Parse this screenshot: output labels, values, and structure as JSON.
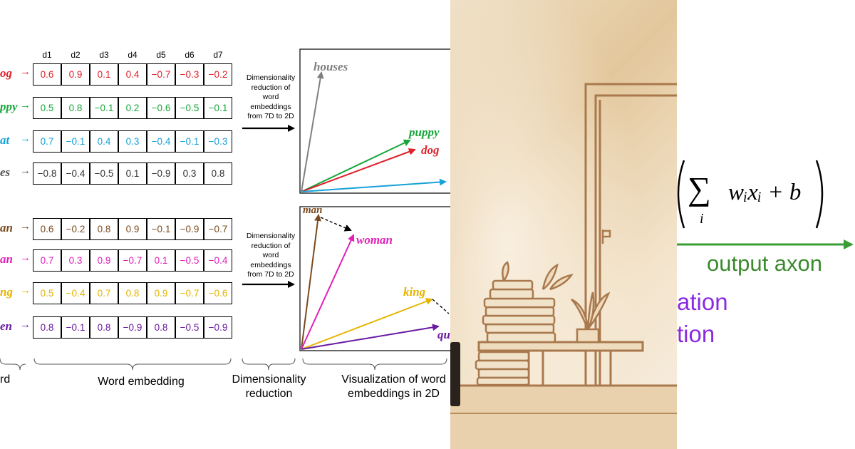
{
  "panel1": {
    "dims": [
      "d1",
      "d2",
      "d3",
      "d4",
      "d5",
      "d6",
      "d7"
    ],
    "group1": {
      "rows": [
        {
          "label": "og",
          "color": "#e0202a",
          "values": [
            "0.6",
            "0.9",
            "0.1",
            "0.4",
            "−0.7",
            "−0.3",
            "−0.2"
          ]
        },
        {
          "label": "ppy",
          "color": "#18a63c",
          "values": [
            "0.5",
            "0.8",
            "−0.1",
            "0.2",
            "−0.6",
            "−0.5",
            "−0.1"
          ]
        },
        {
          "label": "at",
          "color": "#16a2d8",
          "values": [
            "0.7",
            "−0.1",
            "0.4",
            "0.3",
            "−0.4",
            "−0.1",
            "−0.3"
          ]
        },
        {
          "label": "es",
          "color": "#505050",
          "values": [
            "−0.8",
            "−0.4",
            "−0.5",
            "0.1",
            "−0.9",
            "0.3",
            "0.8"
          ]
        }
      ],
      "note": [
        "Dimensionality",
        "reduction of",
        "word",
        "embeddings",
        "from 7D to 2D"
      ],
      "vectors": [
        {
          "label": "houses",
          "color": "#7f7f7f"
        },
        {
          "label": "puppy",
          "color": "#18a63c"
        },
        {
          "label": "dog",
          "color": "#e0202a"
        }
      ]
    },
    "group2": {
      "rows": [
        {
          "label": "an",
          "color": "#7a4a1e",
          "values": [
            "0.6",
            "−0.2",
            "0.8",
            "0.9",
            "−0.1",
            "−0.9",
            "−0.7"
          ]
        },
        {
          "label": "an",
          "color": "#e020b8",
          "values": [
            "0.7",
            "0.3",
            "0.9",
            "−0.7",
            "0.1",
            "−0.5",
            "−0.4"
          ]
        },
        {
          "label": "ng",
          "color": "#e6b400",
          "values": [
            "0.5",
            "−0.4",
            "0.7",
            "0.8",
            "0.9",
            "−0.7",
            "−0.6"
          ]
        },
        {
          "label": "en",
          "color": "#6a1aa0",
          "values": [
            "0.8",
            "−0.1",
            "0.8",
            "−0.9",
            "0.8",
            "−0.5",
            "−0.9"
          ]
        }
      ],
      "note": [
        "Dimensionality",
        "reduction of",
        "word",
        "embeddings",
        "from 7D to 2D"
      ],
      "vectors": [
        {
          "label": "man",
          "color": "#7a4a1e"
        },
        {
          "label": "woman",
          "color": "#e020b8"
        },
        {
          "label": "king",
          "color": "#e6b400"
        },
        {
          "label": "qu",
          "color": "#6a1aa0"
        }
      ]
    },
    "captions": {
      "word": "rd",
      "embedding": "Word embedding",
      "reduction": [
        "Dimensionality",
        "reduction"
      ],
      "visualization": [
        "Visualization of word",
        "embeddings  in 2D"
      ]
    }
  },
  "panel2": {
    "door_tag": "P"
  },
  "panel3": {
    "formula": {
      "sum": "∑",
      "index": "i",
      "body": "wᵢxᵢ + b"
    },
    "output_axon": "output axon",
    "purple_lines": [
      "ation",
      "tion"
    ],
    "colors": {
      "arrow": "#3a9e35",
      "axon_text": "#3c8a2e",
      "purple": "#8a2be2"
    }
  }
}
